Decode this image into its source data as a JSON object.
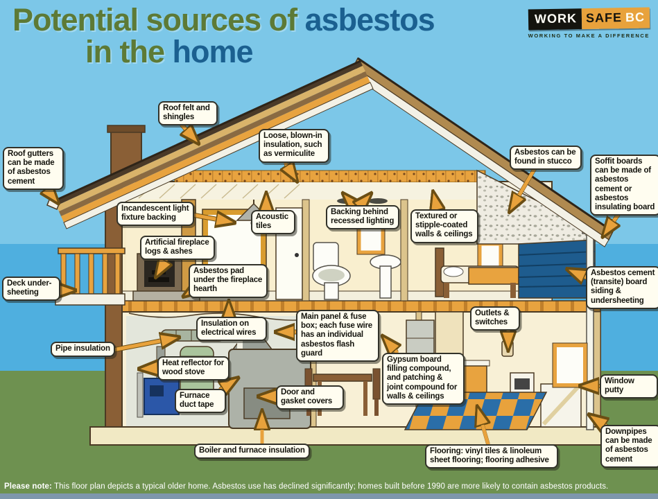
{
  "title": {
    "line1_regular": "Potential sources of ",
    "line1_bold": "asbestos",
    "line2_regular": "in the ",
    "line2_bold": "home"
  },
  "logo": {
    "work": "WORK",
    "safe": "SAFE",
    "bc": "BC",
    "tagline": "WORKING TO MAKE A DIFFERENCE"
  },
  "note": {
    "label": "Please note:",
    "text": " This floor plan depicts a typical older home. Asbestos use has declined significantly; homes built before 1990 are more likely to contain asbestos products."
  },
  "labels": [
    {
      "id": "roof-felt",
      "text": "Roof felt and shingles"
    },
    {
      "id": "loose-insulation",
      "text": "Loose, blown-in insulation, such as vermiculite"
    },
    {
      "id": "roof-gutters",
      "text": "Roof gutters can be made of asbestos cement"
    },
    {
      "id": "stucco",
      "text": "Asbestos can be found in stucco"
    },
    {
      "id": "soffit-boards",
      "text": "Soffit boards can be made of asbestos cement or asbestos insulating board"
    },
    {
      "id": "incandescent-light",
      "text": "Incandescent light fixture backing"
    },
    {
      "id": "acoustic-tiles",
      "text": "Acoustic tiles"
    },
    {
      "id": "recessed-lighting",
      "text": "Backing behind recessed lighting"
    },
    {
      "id": "textured-walls",
      "text": "Textured or stipple-coated walls & ceilings"
    },
    {
      "id": "artificial-fireplace",
      "text": "Artificial fireplace logs & ashes"
    },
    {
      "id": "asbestos-pad",
      "text": "Asbestos pad under the fireplace hearth"
    },
    {
      "id": "deck-undersheeting",
      "text": "Deck under-sheeting"
    },
    {
      "id": "transite-siding",
      "text": "Asbestos cement (transite) board siding & undersheeting"
    },
    {
      "id": "wire-insulation",
      "text": "Insulation on electrical wires"
    },
    {
      "id": "main-panel",
      "text": "Main panel & fuse box; each fuse wire has an individual asbestos flash guard"
    },
    {
      "id": "outlets-switches",
      "text": "Outlets & switches"
    },
    {
      "id": "pipe-insulation",
      "text": "Pipe insulation"
    },
    {
      "id": "heat-reflector",
      "text": "Heat reflector for wood stove"
    },
    {
      "id": "gypsum-board",
      "text": "Gypsum board filling compound, and patching & joint compound for walls & ceilings"
    },
    {
      "id": "window-putty",
      "text": "Window putty"
    },
    {
      "id": "furnace-duct-tape",
      "text": "Furnace duct tape"
    },
    {
      "id": "door-gasket",
      "text": "Door and gasket covers"
    },
    {
      "id": "boiler-insulation",
      "text": "Boiler and furnace insulation"
    },
    {
      "id": "flooring",
      "text": "Flooring: vinyl tiles & linoleum sheet flooring; flooring adhesive"
    },
    {
      "id": "downpipes",
      "text": "Downpipes can be made of asbestos cement"
    }
  ],
  "colors": {
    "sky": "#7cc7e8",
    "water": "#4fafdf",
    "grass": "#6e9150",
    "arrow_orange": "#e8a23c",
    "label_bg": "#fffdf0",
    "title_olive": "#5d7a36",
    "title_blue": "#1b6090",
    "siding_blue": "#1e5c8e",
    "logo_orange": "#e8a23c"
  }
}
